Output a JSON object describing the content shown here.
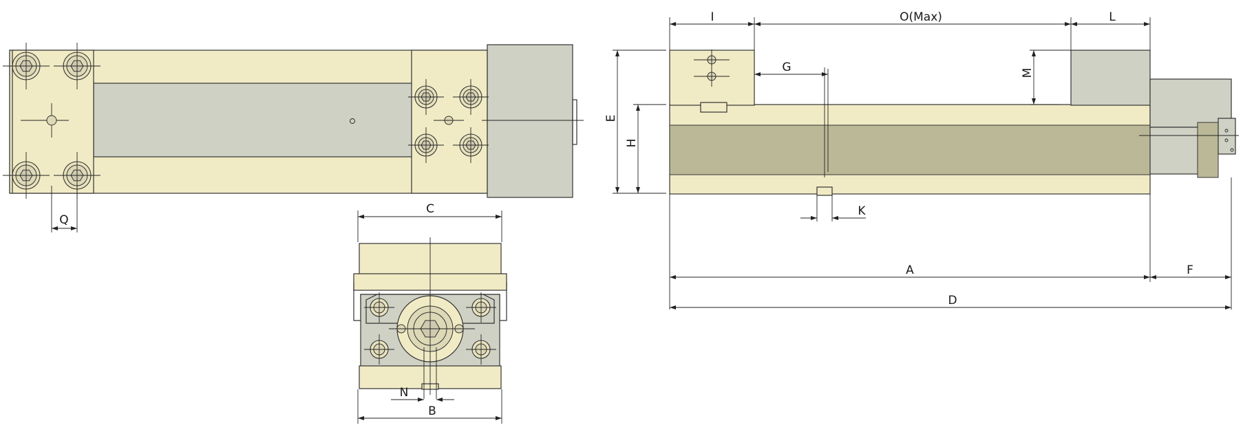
{
  "labels": {
    "A": "A",
    "B": "B",
    "C": "C",
    "D": "D",
    "E": "E",
    "F": "F",
    "G": "G",
    "H": "H",
    "I": "I",
    "K": "K",
    "L": "L",
    "M": "M",
    "N": "N",
    "O": "O(Max)",
    "Q": "Q"
  },
  "colors": {
    "body": "#f1ebc5",
    "jaw_gray": "#cfd1c4",
    "channel": "#bbb897",
    "line": "#333333"
  }
}
